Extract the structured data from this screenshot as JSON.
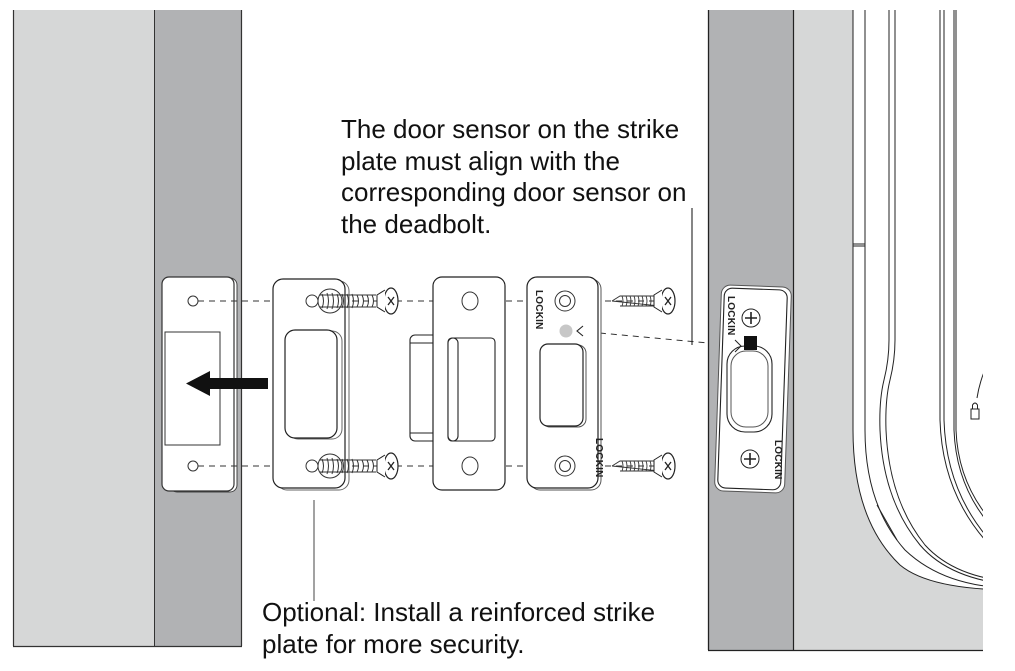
{
  "figure": {
    "type": "installation-diagram",
    "subject": "strike plate installation with door sensor alignment"
  },
  "callouts": {
    "sensor_alignment": "The door sensor on the strike\nplate must align with the\ncorresponding door sensor on\nthe deadbolt.",
    "optional_reinforced": "Optional: Install a reinforced strike\nplate for more security."
  },
  "brand": {
    "plate_logo": "LOCKIN",
    "deadbolt_logo": "LOCKIN"
  },
  "icons": {
    "lock_indicator": "lock-icon",
    "screw": "phillips-screw-icon",
    "direction_arrow": "arrow-left-icon"
  },
  "colors": {
    "wall_light": "#d6d7d7",
    "wall_dark": "#b1b2b4",
    "line": "#1a1a1a",
    "sensor_dot": "#c7c7c7",
    "sensor_block": "#111111"
  }
}
